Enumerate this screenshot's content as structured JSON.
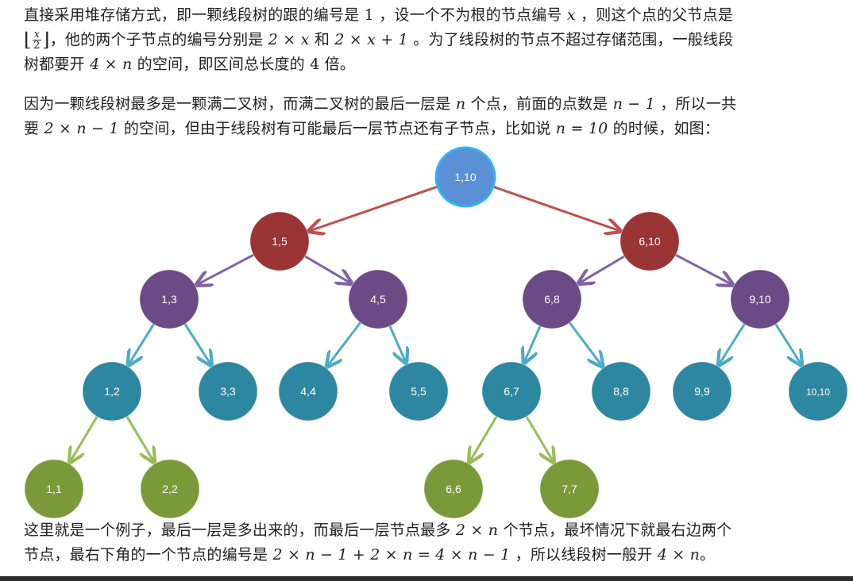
{
  "paragraph1": {
    "line1_a": "直接采用堆存储方式，即一颗线段树的跟的编号是",
    "line1_one": "1",
    "line1_b": "，设一个不为根的节点编号",
    "line1_x": "x",
    "line1_c": "，则这个点的父节点是",
    "frac_num": "x",
    "frac_den": "2",
    "line2_a": "，他的两个子节点的编号分别是",
    "expr_2x": "2 × x",
    "line2_and": "和",
    "expr_2x1": "2 × x + 1",
    "line2_b": "。为了线段树的节点不超过存储范围，一般线段",
    "line3_a": "树都要开",
    "expr_4n": "4 × n",
    "line3_b": "的空间，即区间总长度的",
    "line3_four": "4",
    "line3_c": "倍。"
  },
  "paragraph2": {
    "line1_a": "因为一颗线段树最多是一颗满二叉树，而满二叉树的最后一层是",
    "n1": "n",
    "line1_b": "个点，前面的点数是",
    "expr_n1": "n − 1",
    "line1_c": "，所以一共",
    "line2_a": "要",
    "expr_2n1": "2 × n − 1",
    "line2_b": "的空间，但由于线段树有可能最后一层节点还有子节点，比如说",
    "expr_n10": "n = 10",
    "line2_c": "的时候，如图："
  },
  "paragraph3": {
    "line1_a": "这里就是一个例子，最后一层是多出来的，而最后一层节点最多",
    "expr_2n": "2 × n",
    "line1_b": "个节点，最坏情况下就最右边两个",
    "line2_a": "节点，最右下角的一个节点的编号是",
    "expr_long": "2 × n − 1 + 2 × n = 4 × n − 1",
    "line2_b": "，所以线段树一般开",
    "expr_4n": "4 × n",
    "line2_c": "。"
  },
  "colors": {
    "root": "#5b8fd6",
    "root_border": "#2fb7ef",
    "level1": "#9b3434",
    "level2": "#6b4a86",
    "level3": "#2e87a0",
    "level4": "#7a9a3a",
    "edge_red": "#c0504d",
    "edge_purple": "#8064a2",
    "edge_teal": "#4bacc6",
    "edge_green": "#9bbb59"
  },
  "tree": {
    "nodes": [
      {
        "id": "n1",
        "label": "1,10",
        "level": 0
      },
      {
        "id": "n2",
        "label": "1,5",
        "level": 1
      },
      {
        "id": "n3",
        "label": "6,10",
        "level": 1
      },
      {
        "id": "n4",
        "label": "1,3",
        "level": 2
      },
      {
        "id": "n5",
        "label": "4,5",
        "level": 2
      },
      {
        "id": "n6",
        "label": "6,8",
        "level": 2
      },
      {
        "id": "n7",
        "label": "9,10",
        "level": 2
      },
      {
        "id": "n8",
        "label": "1,2",
        "level": 3
      },
      {
        "id": "n9",
        "label": "3,3",
        "level": 3
      },
      {
        "id": "n10",
        "label": "4,4",
        "level": 3
      },
      {
        "id": "n11",
        "label": "5,5",
        "level": 3
      },
      {
        "id": "n12",
        "label": "6,7",
        "level": 3
      },
      {
        "id": "n13",
        "label": "8,8",
        "level": 3
      },
      {
        "id": "n14",
        "label": "9,9",
        "level": 3
      },
      {
        "id": "n15",
        "label": "10,10",
        "level": 3
      },
      {
        "id": "n16",
        "label": "1,1",
        "level": 4
      },
      {
        "id": "n17",
        "label": "2,2",
        "level": 4
      },
      {
        "id": "n24",
        "label": "6,6",
        "level": 4
      },
      {
        "id": "n25",
        "label": "7,7",
        "level": 4
      }
    ],
    "edges": [
      [
        "n1",
        "n2"
      ],
      [
        "n1",
        "n3"
      ],
      [
        "n2",
        "n4"
      ],
      [
        "n2",
        "n5"
      ],
      [
        "n3",
        "n6"
      ],
      [
        "n3",
        "n7"
      ],
      [
        "n4",
        "n8"
      ],
      [
        "n4",
        "n9"
      ],
      [
        "n5",
        "n10"
      ],
      [
        "n5",
        "n11"
      ],
      [
        "n6",
        "n12"
      ],
      [
        "n6",
        "n13"
      ],
      [
        "n7",
        "n14"
      ],
      [
        "n7",
        "n15"
      ],
      [
        "n8",
        "n16"
      ],
      [
        "n8",
        "n17"
      ],
      [
        "n12",
        "n24"
      ],
      [
        "n12",
        "n25"
      ]
    ]
  }
}
